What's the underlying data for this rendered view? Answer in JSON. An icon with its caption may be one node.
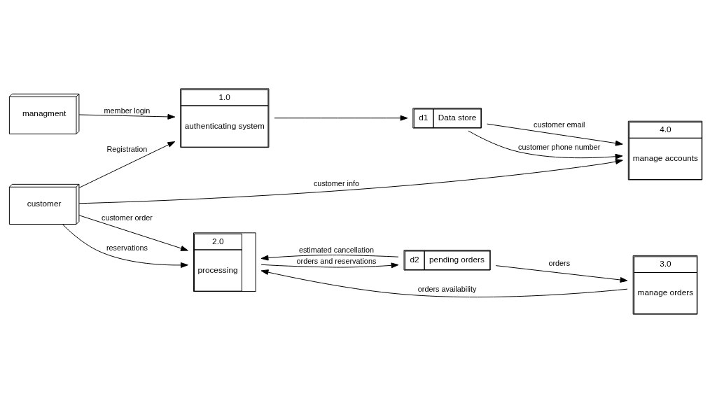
{
  "diagram": {
    "nodes": [
      {
        "text": [
          "customer"
        ]
      },
      {
        "text": [
          "1.0",
          "authenticating system"
        ]
      },
      {
        "text": [
          "managment"
        ]
      },
      {
        "text": [
          "d1",
          "Data store"
        ]
      },
      {
        "text": [
          "2.0",
          "processing"
        ]
      },
      {
        "text": [
          "d2",
          "pending orders"
        ]
      },
      {
        "text": [
          "3.0",
          "manage orders"
        ]
      },
      {
        "text": [
          "4.0",
          "manage accounts"
        ]
      }
    ],
    "edges": [
      {
        "from": 0,
        "to": 1,
        "arrow": "to",
        "label": "Registration"
      },
      {
        "from": 2,
        "to": 1,
        "arrow": "to",
        "label": "member login"
      },
      {
        "from": 1,
        "to": 3,
        "arrow": "to"
      },
      {
        "from": 0,
        "to": 4,
        "arrow": "to",
        "label": "customer order"
      },
      {
        "from": 0,
        "to": 4,
        "arrow": "to",
        "label": "reservations"
      },
      {
        "from": 4,
        "to": 5,
        "arrow": "to",
        "label": "orders and reservations"
      },
      {
        "from": 5,
        "to": 4,
        "arrow": "to",
        "label": "estimated cancellation"
      },
      {
        "from": 5,
        "to": 6,
        "arrow": "to",
        "label": "orders"
      },
      {
        "from": 6,
        "to": 4,
        "arrow": "to",
        "label": "orders availability"
      },
      {
        "from": 0,
        "to": 7,
        "arrow": "to",
        "label": "customer info"
      },
      {
        "from": 3,
        "to": 7,
        "arrow": "to",
        "label": "customer email"
      },
      {
        "from": 3,
        "to": 7,
        "arrow": "to",
        "label": "customer phone number"
      }
    ]
  }
}
